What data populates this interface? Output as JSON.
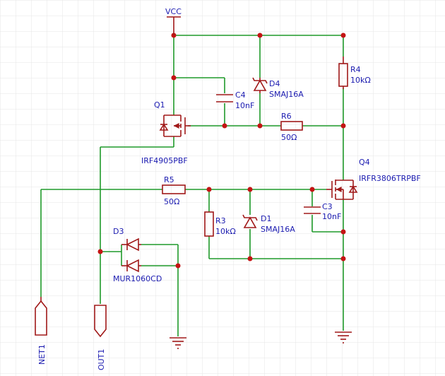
{
  "power": {
    "vcc": "VCC"
  },
  "components": {
    "q1": {
      "ref": "Q1",
      "part": "IRF4905PBF"
    },
    "q4": {
      "ref": "Q4",
      "part": "IRFR3806TRPBF"
    },
    "c4": {
      "ref": "C4",
      "value": "10nF"
    },
    "c3": {
      "ref": "C3",
      "value": "10nF"
    },
    "d4": {
      "ref": "D4",
      "part": "SMAJ16A"
    },
    "d1": {
      "ref": "D1",
      "part": "SMAJ16A"
    },
    "d3": {
      "ref": "D3",
      "part": "MUR1060CD"
    },
    "r4": {
      "ref": "R4",
      "value": "10kΩ"
    },
    "r6": {
      "ref": "R6",
      "value": "50Ω"
    },
    "r5": {
      "ref": "R5",
      "value": "50Ω"
    },
    "r3": {
      "ref": "R3",
      "value": "10kΩ"
    }
  },
  "ports": {
    "net1": "NET1",
    "out1": "OUT1"
  },
  "colors": {
    "wire": "#1f9a2a",
    "component": "#a01818",
    "label": "#1a1ab0",
    "grid": "#e6e6e6"
  }
}
